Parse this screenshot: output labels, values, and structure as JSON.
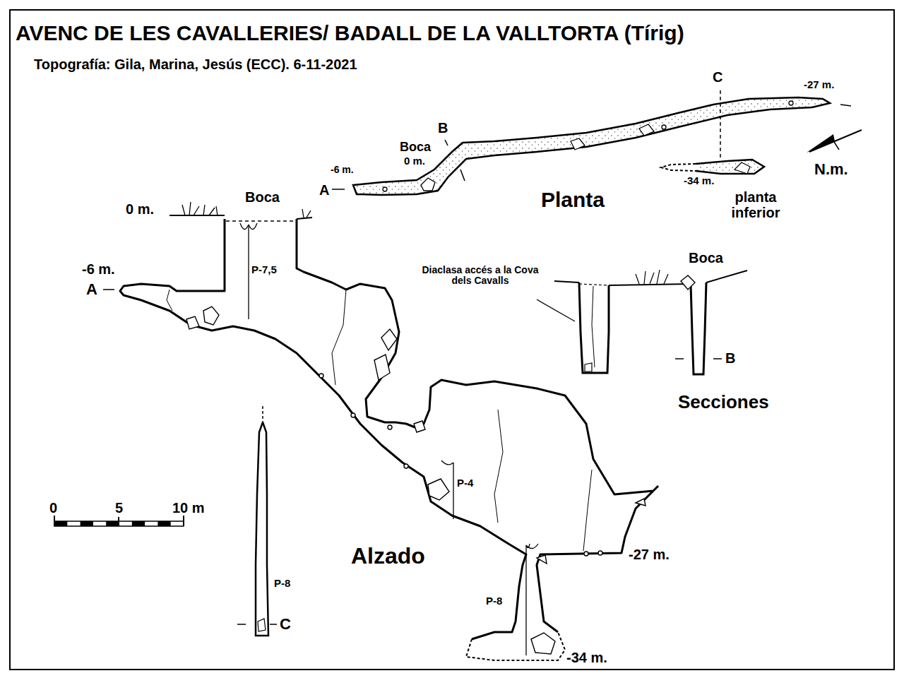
{
  "diagram": {
    "title": "AVENC DE LES CAVALLERIES/ BADALL DE LA VALLTORTA (Tírig)",
    "labels": [
      "Topografía: Gila, Marina, Jesús (ECC). 6-11-2021",
      "C",
      "-27 m.",
      "B",
      "Boca",
      "0 m.",
      "-6 m.",
      "A",
      "Planta",
      "-34 m.",
      "planta inferior",
      "N.m.",
      "0 m.",
      "Boca",
      "-6 m.",
      "A",
      "P-7,5",
      "P-4",
      "Alzado",
      "-27 m.",
      "P-8",
      "-34 m.",
      "Diaclasa accés a la Cova dels Cavalls",
      "Boca",
      "B",
      "Secciones",
      "P-8",
      "C",
      "0",
      "5",
      "10 m"
    ]
  }
}
